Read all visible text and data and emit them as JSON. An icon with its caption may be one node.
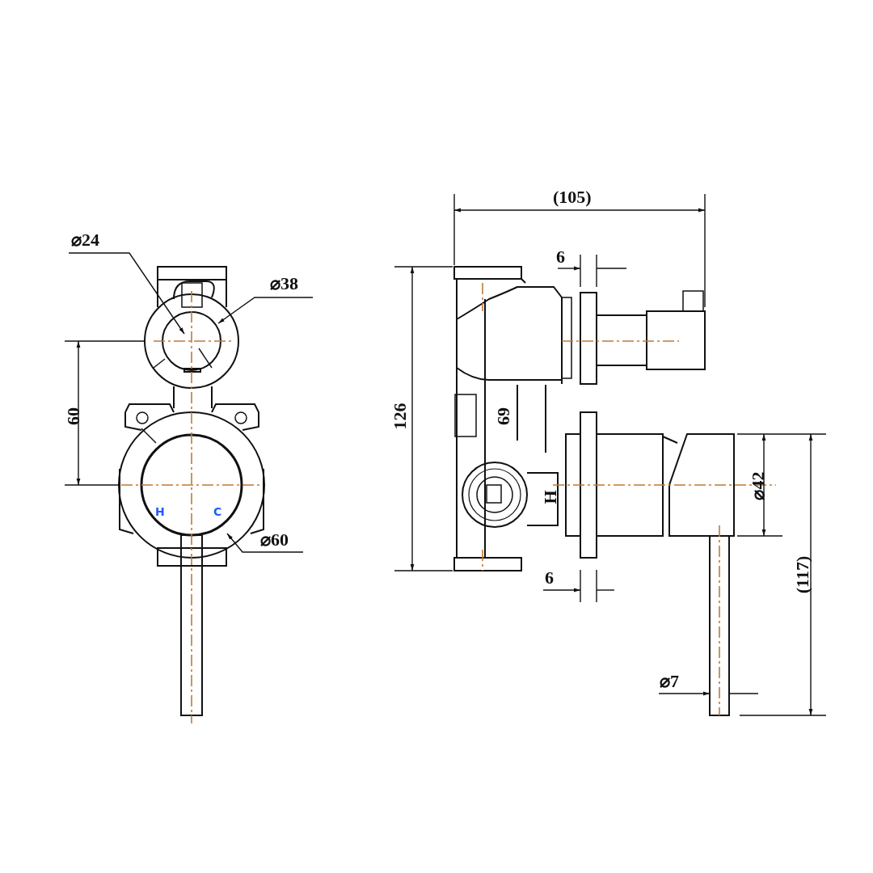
{
  "diagram": {
    "labels": [
      "⌀24",
      "⌀38",
      "60",
      "H",
      "C",
      "⌀60",
      "(105)",
      "6",
      "126",
      "69",
      "H",
      "⌀42",
      "6",
      "(117)",
      "⌀7"
    ]
  }
}
